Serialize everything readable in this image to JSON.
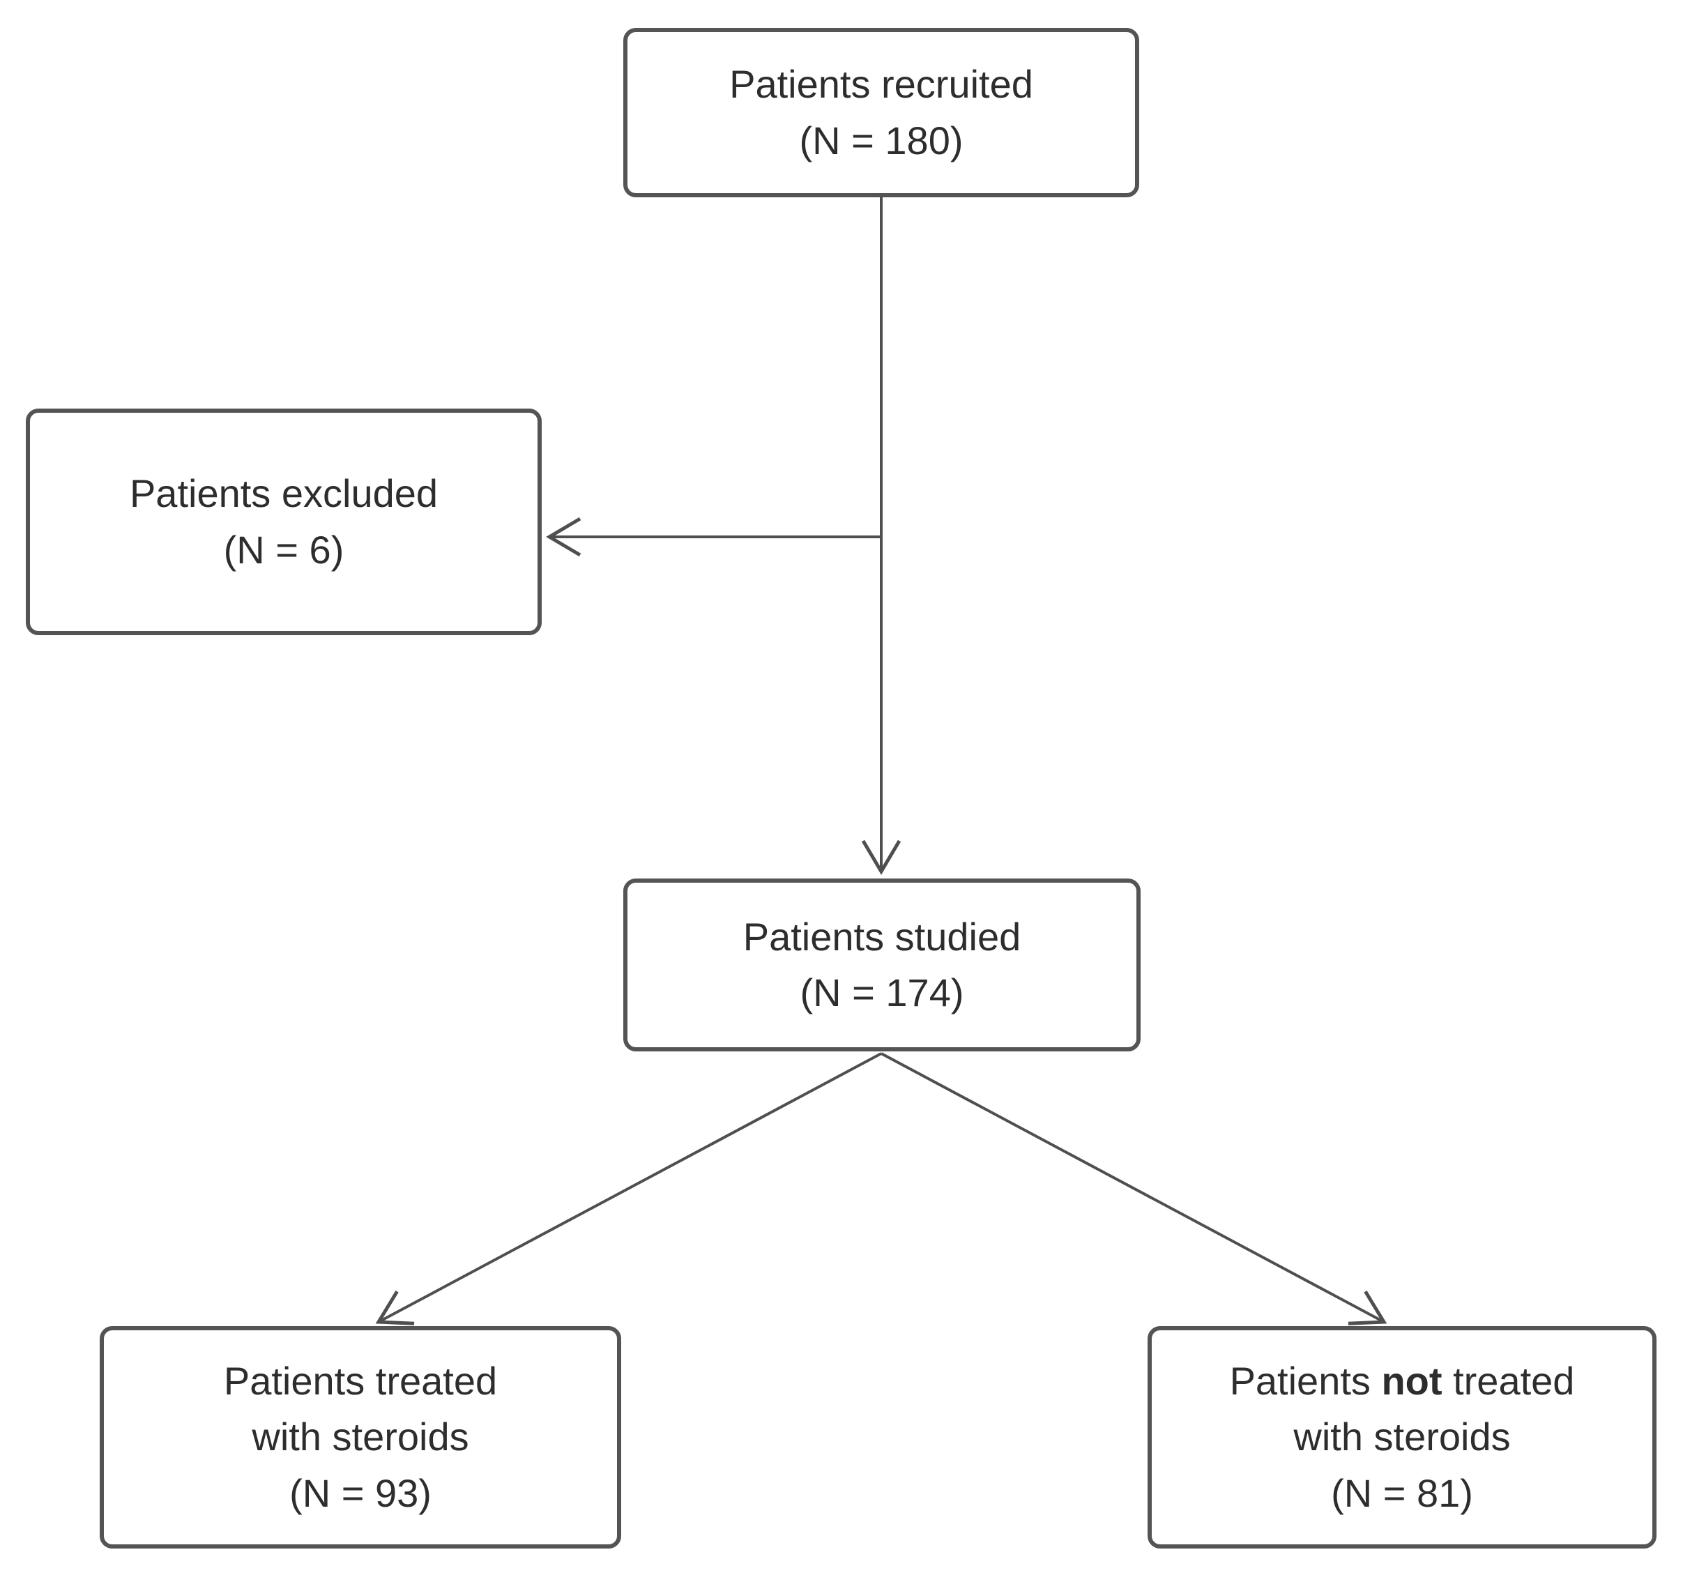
{
  "diagram": {
    "type": "flowchart",
    "colors": {
      "background": "#ffffff",
      "box_border": "#545454",
      "arrow_line": "#4f4f4f",
      "text": "#2d2d2d"
    },
    "nodes": {
      "recruited": {
        "title": "Patients recruited",
        "count": "(N = 180)",
        "n": 180
      },
      "excluded": {
        "title": "Patients excluded",
        "count": "(N = 6)",
        "n": 6
      },
      "studied": {
        "title": "Patients studied",
        "count": "(N = 174)",
        "n": 174
      },
      "treated": {
        "title": "Patients treated",
        "subtitle": "with steroids",
        "count": "(N = 93)",
        "n": 93
      },
      "not_treated": {
        "title_pre": "Patients",
        "title_bold": "not",
        "title_post": "treated",
        "subtitle": "with steroids",
        "count": "(N = 81)",
        "n": 81
      }
    },
    "edges": [
      {
        "from": "recruited",
        "to": "studied",
        "style": "vertical-arrow"
      },
      {
        "from": "recruited",
        "to": "excluded",
        "style": "side-branch-arrow"
      },
      {
        "from": "studied",
        "to": "treated",
        "style": "diagonal-arrow"
      },
      {
        "from": "studied",
        "to": "not_treated",
        "style": "diagonal-arrow"
      }
    ]
  }
}
